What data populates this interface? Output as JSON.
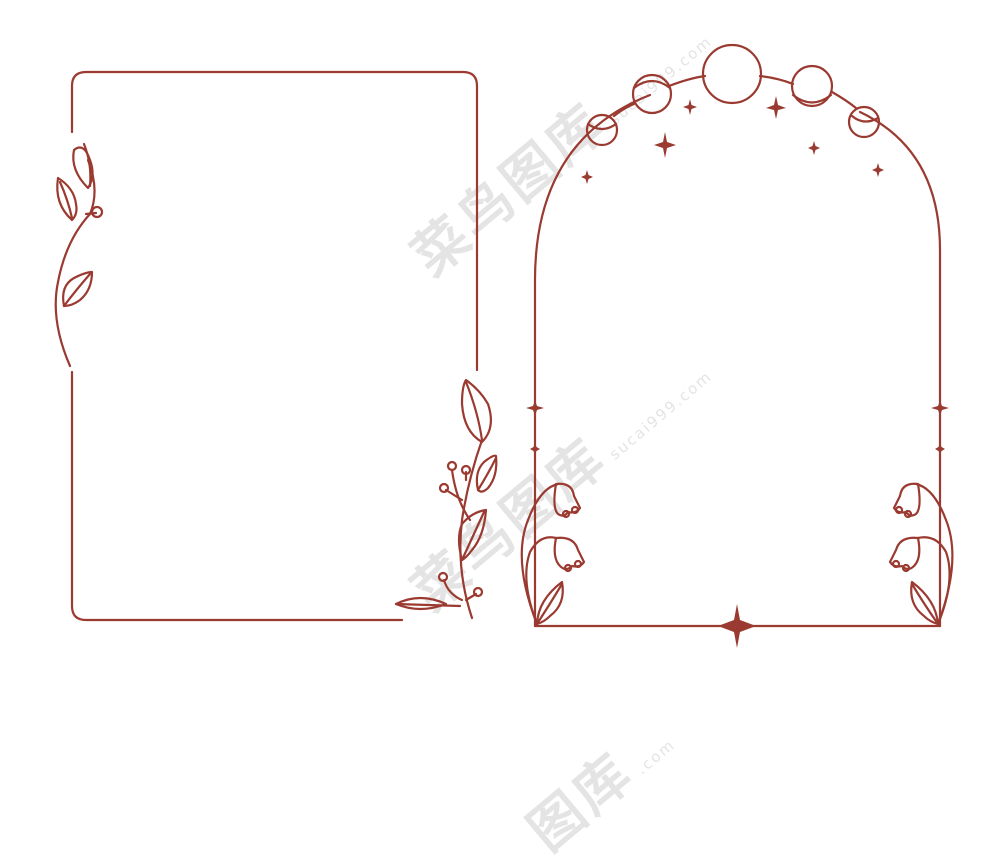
{
  "colors": {
    "line": "#9a3a30",
    "watermark": "#d9d9d9"
  },
  "watermarks": [
    {
      "text": "菜鸟图库",
      "sub": "sucai999.com"
    },
    {
      "text": "菜鸟图库",
      "sub": "sucai999.com"
    },
    {
      "text": "图库",
      "sub": ".com"
    }
  ]
}
